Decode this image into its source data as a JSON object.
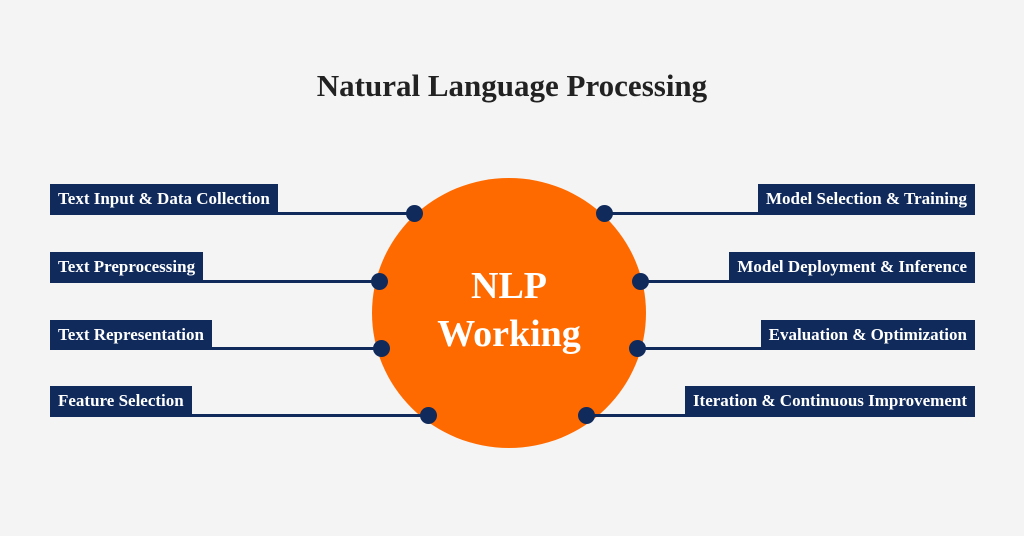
{
  "title": "Natural Language Processing",
  "center": {
    "line1": "NLP",
    "line2": "Working"
  },
  "left_steps": [
    "Text Input & Data Collection",
    "Text Preprocessing",
    "Text Representation",
    "Feature Selection"
  ],
  "right_steps": [
    "Model Selection & Training",
    "Model Deployment & Inference",
    "Evaluation & Optimization",
    "Iteration & Continuous Improvement"
  ],
  "colors": {
    "accent": "#ff6a00",
    "navy": "#102a5c",
    "background": "#f4f4f4"
  }
}
